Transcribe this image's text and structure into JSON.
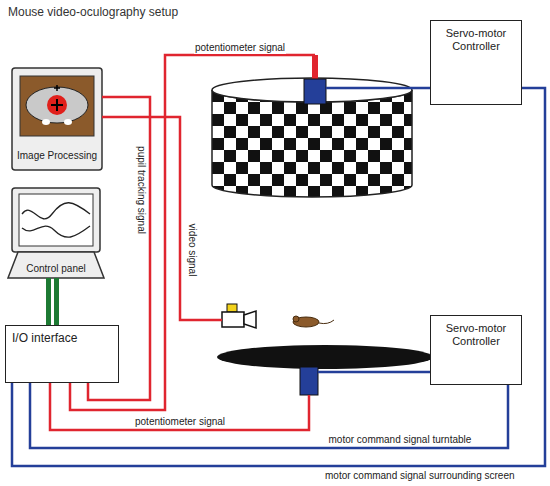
{
  "diagram": {
    "title": "Mouse video-oculography setup",
    "nodes": [
      {
        "text": [
          "Image Processing"
        ]
      },
      {
        "text": [
          "Servo-motor Controller"
        ]
      },
      {
        "text": [
          "Control panel"
        ]
      },
      {
        "text": [
          "I/O interface"
        ]
      },
      {
        "text": [
          "Servo-motor Controller"
        ]
      }
    ],
    "edges": [
      {
        "from": 0,
        "to": 3,
        "arrow": "none",
        "label": "pupil tracking signal"
      },
      {
        "from": 3,
        "to": 1,
        "arrow": "none",
        "label": "motor command signal surrounding screen"
      },
      {
        "from": 3,
        "to": 4,
        "arrow": "none",
        "label": "motor command signal turntable"
      }
    ],
    "labels": [
      "potentiometer signal",
      "video signal",
      "potentiometer signal"
    ]
  }
}
